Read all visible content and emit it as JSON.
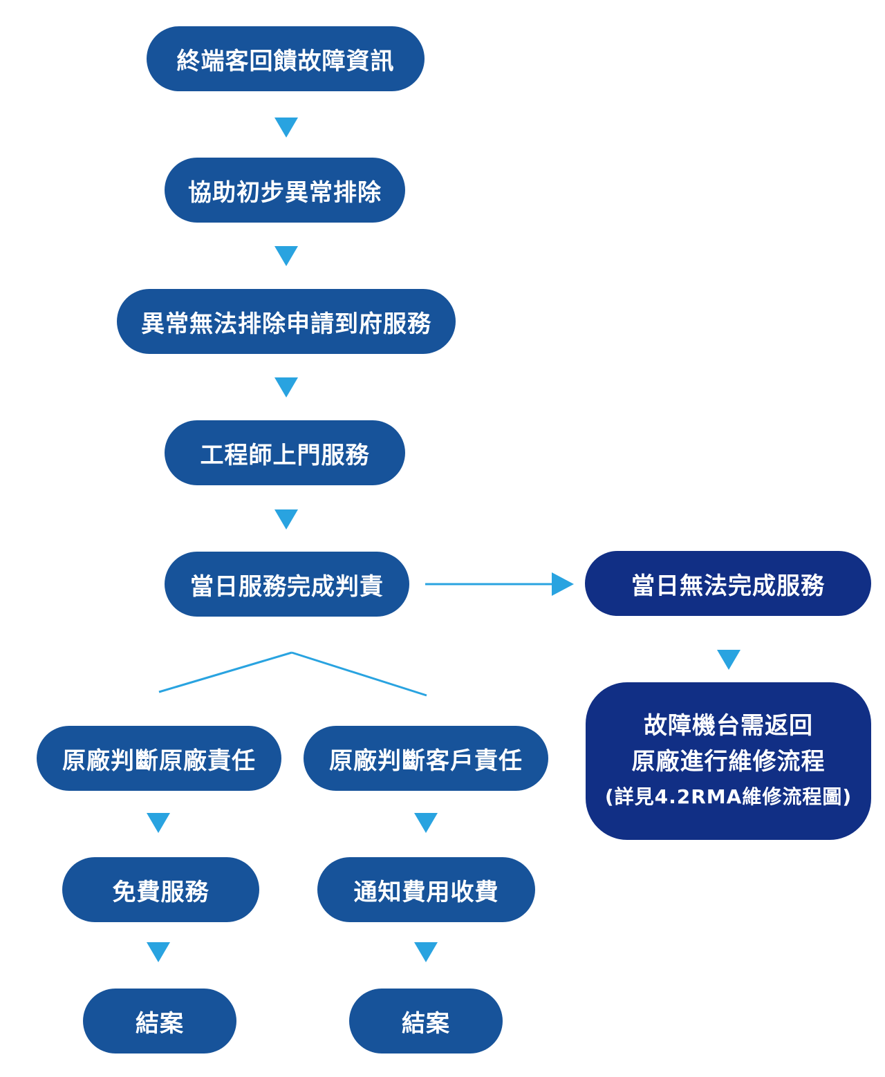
{
  "colors": {
    "node_primary": "#17539a",
    "node_dark": "#112f85",
    "arrow": "#29a3e0",
    "text": "#ffffff"
  },
  "nodes": {
    "n1": "終端客回饋故障資訊",
    "n2": "協助初步異常排除",
    "n3": "異常無法排除申請到府服務",
    "n4": "工程師上門服務",
    "n5": "當日服務完成判責",
    "n6": "當日無法完成服務",
    "n7": {
      "line1": "故障機台需返回",
      "line2": "原廠進行維修流程",
      "line3": "(詳見4.2RMA維修流程圖)"
    },
    "n8": "原廠判斷原廠責任",
    "n9": "原廠判斷客戶責任",
    "n10": "免費服務",
    "n11": "通知費用收費",
    "n12": "結案",
    "n13": "結案"
  }
}
